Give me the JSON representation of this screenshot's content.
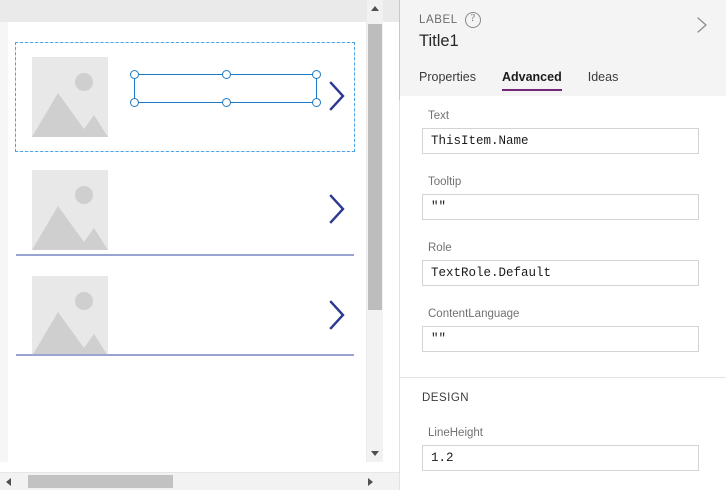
{
  "canvas": {
    "gallery_items": [
      {
        "index": 0,
        "selected": true,
        "image_icon": "image-placeholder-icon",
        "chevron_icon": "chevron-right-icon"
      },
      {
        "index": 1,
        "selected": false,
        "image_icon": "image-placeholder-icon",
        "chevron_icon": "chevron-right-icon"
      },
      {
        "index": 2,
        "selected": false,
        "image_icon": "image-placeholder-icon",
        "chevron_icon": "chevron-right-icon"
      }
    ],
    "selection": {
      "handle_count": 6,
      "handle_color": "#1d79c4",
      "frame_color": "#1d79c4",
      "item_outline_color": "#4da3e8"
    },
    "scrollbars": {
      "vertical": {
        "up_arrow_icon": "triangle-up-icon",
        "down_arrow_icon": "triangle-down-icon",
        "thumb_name": "v-scroll-thumb"
      },
      "horizontal": {
        "left_arrow_icon": "triangle-left-icon",
        "right_arrow_icon": "triangle-right-icon",
        "thumb_name": "h-scroll-thumb"
      }
    },
    "divider_color": "#9aa4d2",
    "chevron_color": "#2b3990"
  },
  "panel": {
    "eyebrow": "LABEL",
    "help_icon_glyph": "?",
    "title": "Title1",
    "collapse_icon": "chevron-right-icon",
    "accent_color": "#742774",
    "tabs": [
      {
        "label": "Properties",
        "active": false
      },
      {
        "label": "Advanced",
        "active": true
      },
      {
        "label": "Ideas",
        "active": false
      }
    ],
    "sections": [
      {
        "name": "data",
        "heading": null,
        "fields": [
          {
            "label": "Text",
            "value": "ThisItem.Name"
          },
          {
            "label": "Tooltip",
            "value": "\"\""
          },
          {
            "label": "Role",
            "value": "TextRole.Default"
          },
          {
            "label": "ContentLanguage",
            "value": "\"\""
          }
        ]
      },
      {
        "name": "design",
        "heading": "DESIGN",
        "fields": [
          {
            "label": "LineHeight",
            "value": "1.2"
          }
        ]
      }
    ]
  }
}
